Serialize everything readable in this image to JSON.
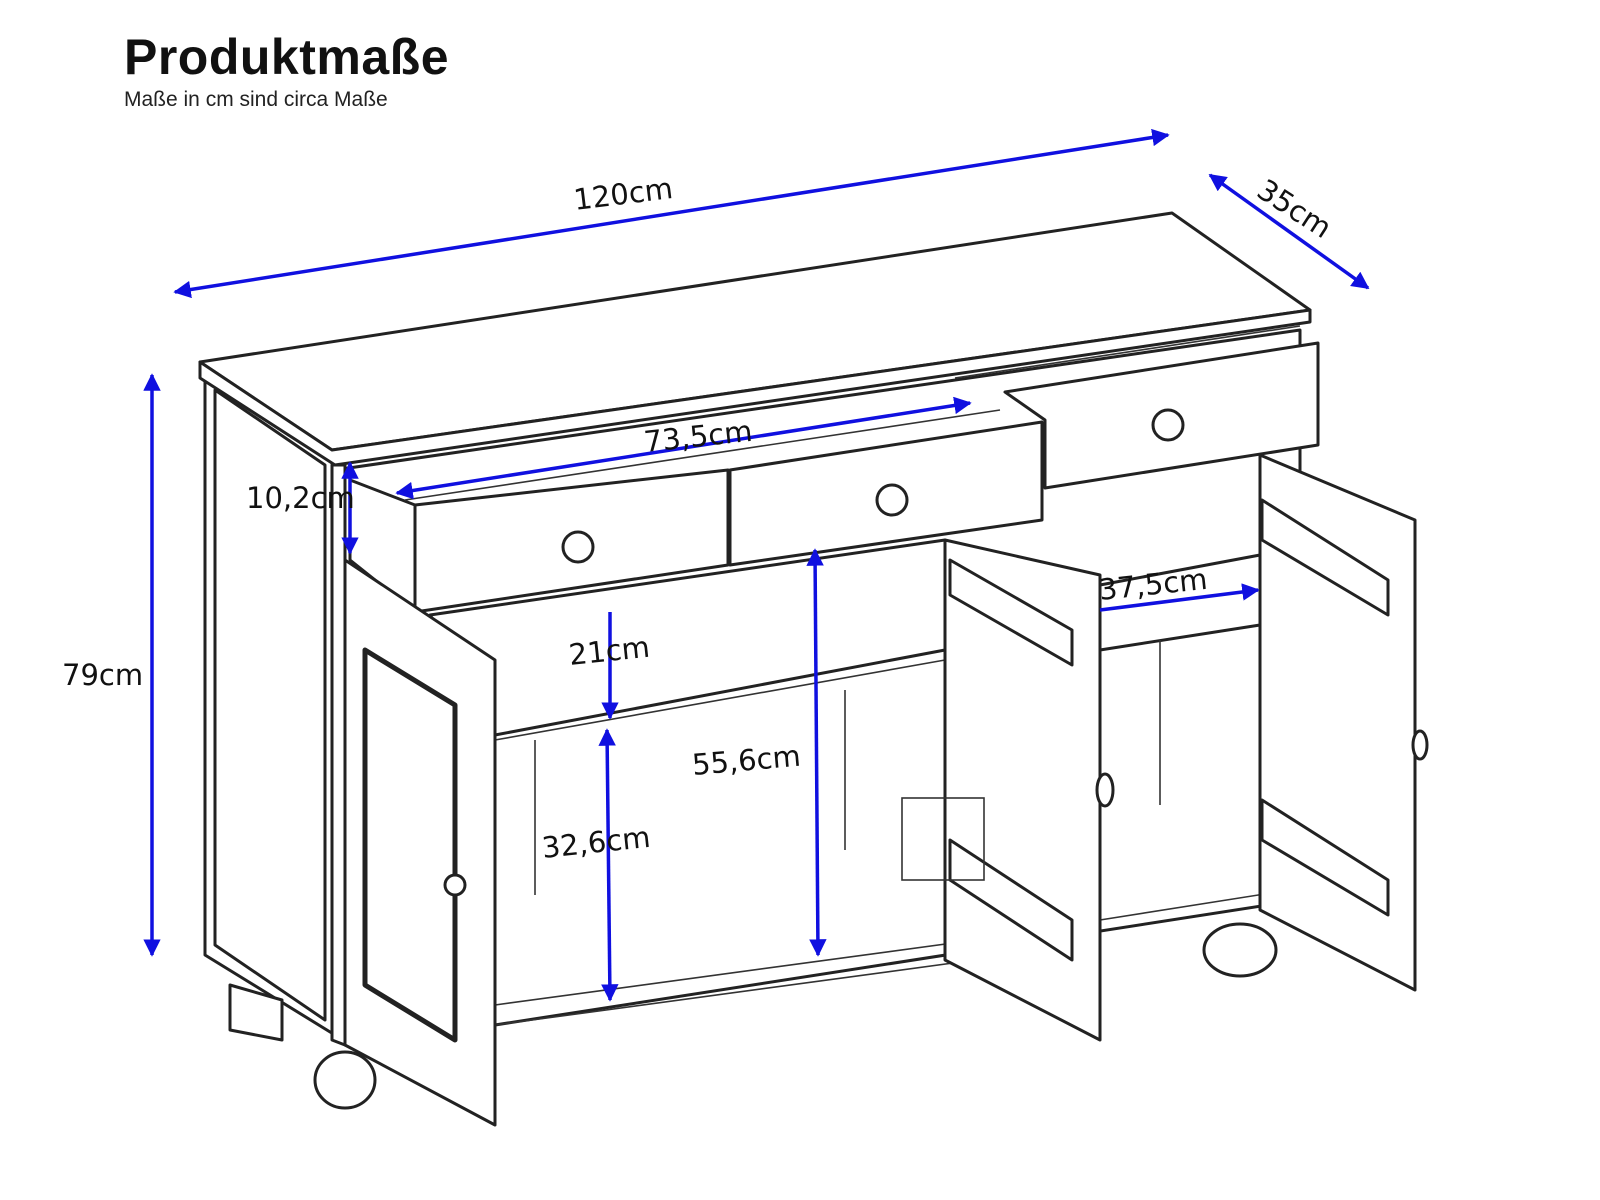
{
  "header": {
    "title": "Produktmaße",
    "subtitle": "Maße in cm sind circa Maße"
  },
  "dimensions": {
    "width": "120cm",
    "depth": "35cm",
    "height": "79cm",
    "drawer_height": "10,2cm",
    "drawer_width": "73,5cm",
    "upper_compartment": "21cm",
    "middle_height": "55,6cm",
    "lower_compartment": "32,6cm",
    "right_compartment_width": "37,5cm"
  },
  "colors": {
    "arrow": "#1010e0",
    "line": "#222222"
  }
}
